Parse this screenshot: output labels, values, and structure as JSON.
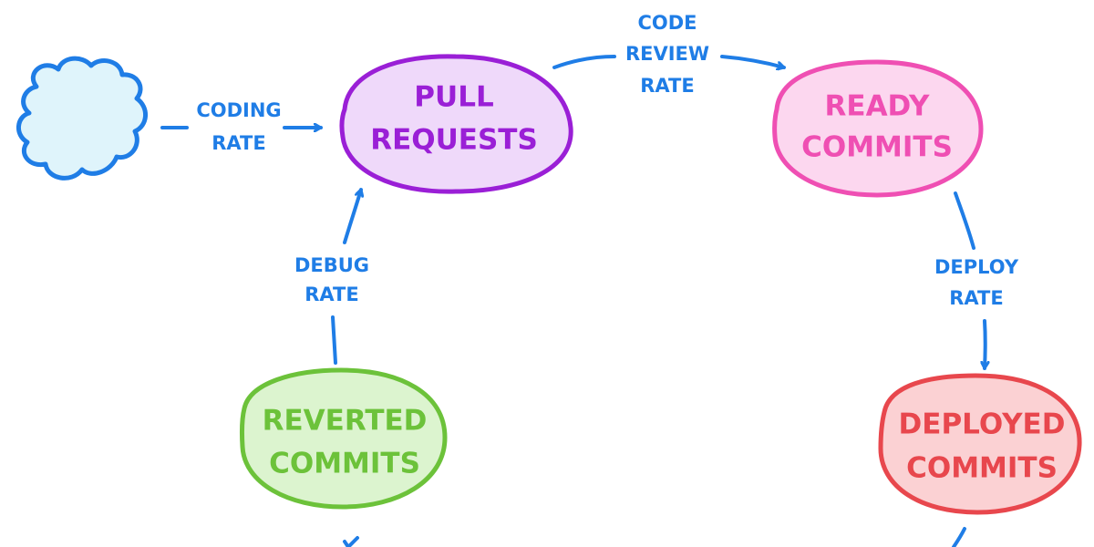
{
  "colors": {
    "edge": "#1f7de6",
    "source_stroke": "#1f7de6",
    "source_fill": "#dff4fb",
    "pull_requests_stroke": "#9a1fd6",
    "pull_requests_fill": "#efd9fa",
    "ready_commits_stroke": "#ef4fb3",
    "ready_commits_fill": "#fcd7ef",
    "deployed_commits_stroke": "#e8474d",
    "deployed_commits_fill": "#fbd1d3",
    "reverted_commits_stroke": "#6cc23a",
    "reverted_commits_fill": "#dcf4cf"
  },
  "nodes": {
    "source": {
      "icon": "cloud-icon"
    },
    "pull_requests": {
      "line1": "PULL",
      "line2": "REQUESTS"
    },
    "ready_commits": {
      "line1": "READY",
      "line2": "COMMITS"
    },
    "deployed_commits": {
      "line1": "DEPLOYED",
      "line2": "COMMITS"
    },
    "reverted_commits": {
      "line1": "REVERTED",
      "line2": "COMMITS"
    }
  },
  "edges": {
    "coding_rate": {
      "line1": "CODING",
      "line2": "RATE"
    },
    "code_review_rate": {
      "line1": "CODE",
      "line2": "REVIEW",
      "line3": "RATE"
    },
    "deploy_rate": {
      "line1": "DEPLOY",
      "line2": "RATE"
    },
    "debug_rate": {
      "line1": "DEBUG",
      "line2": "RATE"
    }
  }
}
